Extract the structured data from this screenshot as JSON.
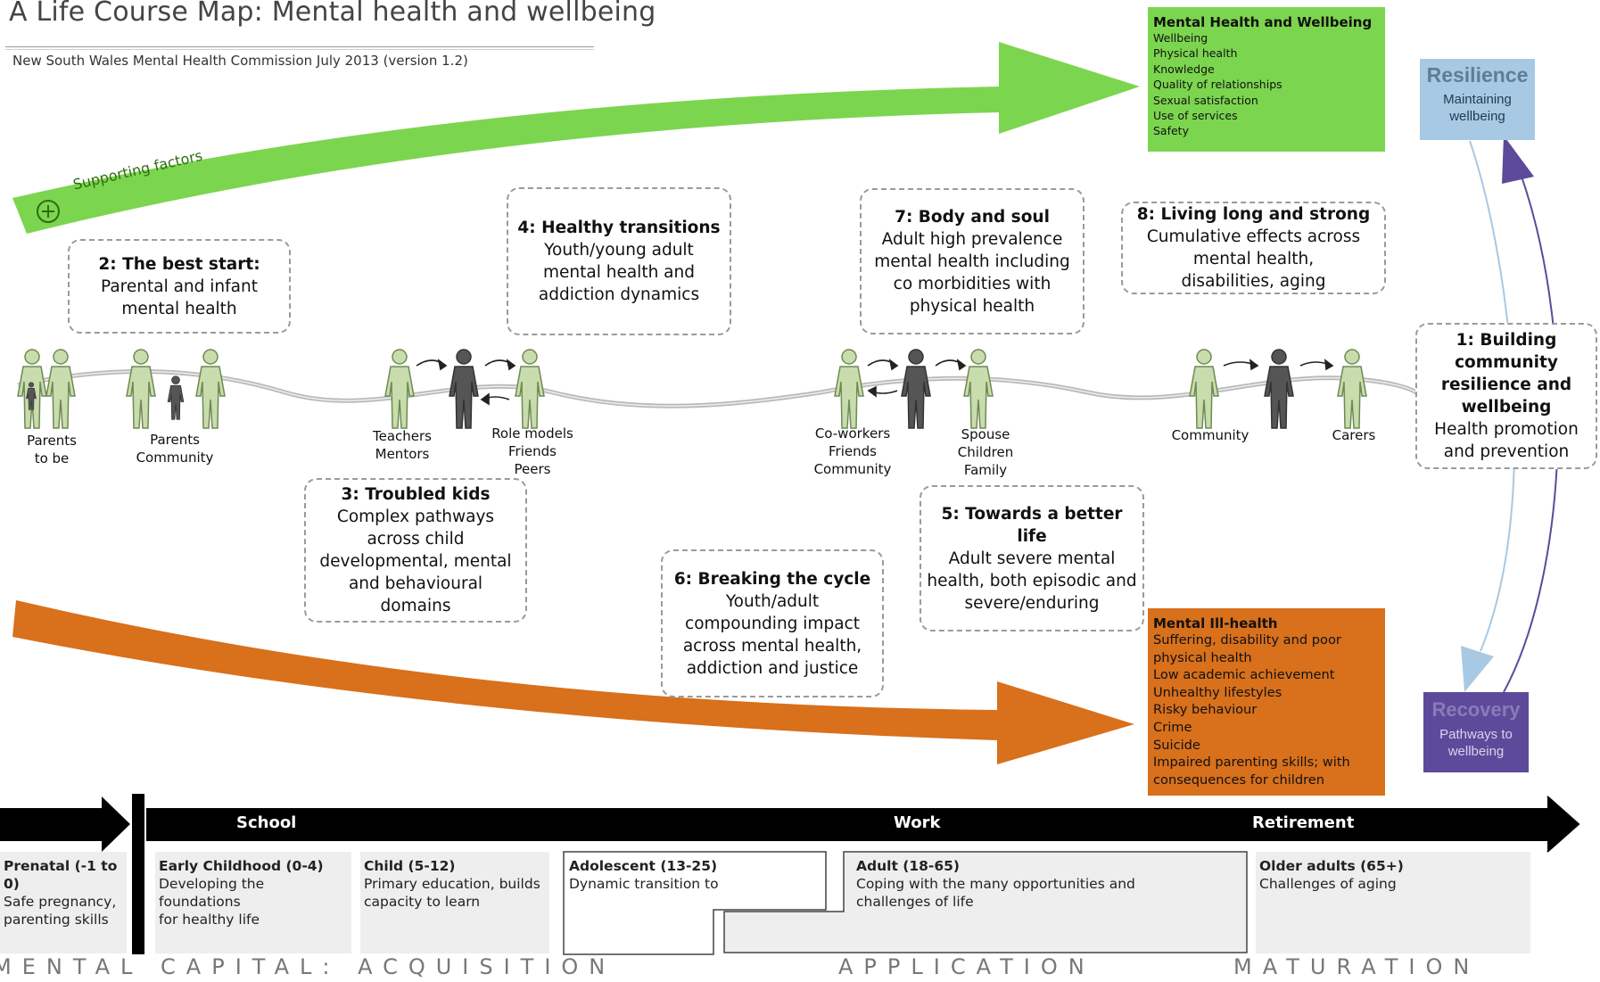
{
  "title": "A Life Course Map: Mental health and wellbeing",
  "subtitle": "New South Wales Mental Health Commission July 2013 (version 1.2)",
  "supporting_factors": "Supporting factors",
  "colors": {
    "green": "#7cd54f",
    "orange": "#d8701c",
    "resilience": "#a8c9e3",
    "recovery": "#5d4a9a",
    "figure_light": "#c8dcae",
    "figure_dark": "#555555"
  },
  "boxes": [
    {
      "heading": "2: The best start:",
      "body": "Parental and infant\nmental health"
    },
    {
      "heading": "4: Healthy transitions",
      "body": "Youth/young adult\nmental health and\naddiction dynamics"
    },
    {
      "heading": "7: Body and soul",
      "body": "Adult high prevalence\nmental health including\nco morbidities with\nphysical health"
    },
    {
      "heading": "8: Living long and strong",
      "body": "Cumulative effects across\nmental health,\ndisabilities, aging"
    },
    {
      "heading": "1: Building\ncommunity\nresilience and\nwellbeing",
      "body": "Health promotion\nand prevention"
    },
    {
      "heading": "3: Troubled kids",
      "body": "Complex pathways\nacross child\ndevelopmental, mental\nand behavioural domains"
    },
    {
      "heading": "6: Breaking the cycle",
      "body": "Youth/adult\ncompounding impact\nacross mental health,\naddiction and justice"
    },
    {
      "heading": "5: Towards a better life",
      "body": "Adult severe mental\nhealth, both episodic and\nsevere/enduring"
    }
  ],
  "people_labels": [
    "Parents\nto be",
    "Parents\nCommunity",
    "Teachers\nMentors",
    "Role models\nFriends\nPeers",
    "Co-workers\nFriends\nCommunity",
    "Spouse\nChildren\nFamily",
    "Community",
    "Carers"
  ],
  "wellbeing_box": {
    "heading": "Mental Health and Wellbeing",
    "items": [
      "Wellbeing",
      "Physical health",
      "Knowledge",
      "Quality of relationships",
      "Sexual satisfaction",
      "Use of services",
      "Safety"
    ]
  },
  "illhealth_box": {
    "heading": "Mental Ill-health",
    "items": [
      "Suffering, disability and poor",
      "physical health",
      "Low academic achievement",
      "Unhealthy lifestyles",
      "Risky behaviour",
      "Crime",
      "Suicide",
      "Impaired parenting skills; with",
      "consequences for children"
    ]
  },
  "resilience": {
    "title": "Resilience",
    "subtitle": "Maintaining\nwellbeing"
  },
  "recovery": {
    "title": "Recovery",
    "subtitle": "Pathways to\nwellbeing"
  },
  "timeline": {
    "labels": [
      "School",
      "Work",
      "Retirement"
    ]
  },
  "phases": [
    {
      "heading": "Prenatal (-1 to 0)",
      "body": "Safe pregnancy,\nparenting skills"
    },
    {
      "heading": "Early Childhood (0-4)",
      "body": "Developing the foundations\nfor healthy life"
    },
    {
      "heading": "Child (5-12)",
      "body": "Primary education, builds\ncapacity to learn"
    },
    {
      "heading": "Adolescent (13-25)",
      "body": "Dynamic transition to a"
    },
    {
      "heading": "Adult (18-65)",
      "body": "Coping with the many opportunities and\nchallenges of life"
    },
    {
      "heading": "Older adults (65+)",
      "body": "Challenges of aging"
    }
  ],
  "mental_capital": [
    "MENTAL CAPITAL: ACQUISITION",
    "APPLICATION",
    "MATURATION"
  ]
}
